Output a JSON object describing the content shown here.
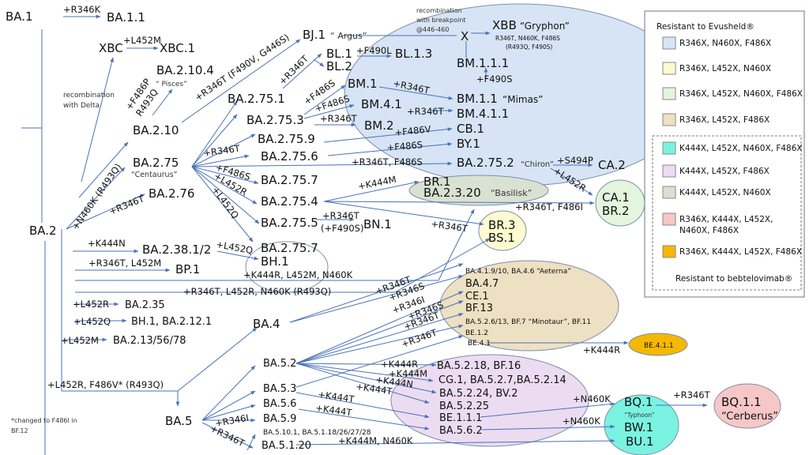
{
  "colors": {
    "edge": "#4a72b8",
    "evusheld_1": "#d6e4f5",
    "evusheld_2": "#fefbd0",
    "evusheld_3": "#e3f5dc",
    "evusheld_4": "#eee0c2",
    "bebt_1": "#7af2e2",
    "bebt_2": "#ecdcf2",
    "bebt_3": "#d9e2d2",
    "bebt_4": "#f7c7c7",
    "bebt_5": "#f5b800"
  },
  "legend": {
    "title": "Resistant to Evusheld®",
    "footer": "Resistant to bebtelovimab®",
    "items": [
      {
        "label": "R346X, N460X, F486X",
        "color": "#d6e4f5"
      },
      {
        "label": "R346X, L452X, N460X",
        "color": "#fefbd0"
      },
      {
        "label": "R346X, L452X, N460X, F486X",
        "color": "#e3f5dc"
      },
      {
        "label": "R346X, L452X, F486X",
        "color": "#eee0c2"
      },
      {
        "label": "K444X, L452X, N460X, F486X",
        "color": "#7af2e2"
      },
      {
        "label": "K444X, L452X, F486X",
        "color": "#ecdcf2"
      },
      {
        "label": "K444X, L452X, N460X",
        "color": "#d9e2d2"
      },
      {
        "label": "R346X, K444X, L452X,",
        "label2": "N460X, F486X",
        "color": "#f7c7c7"
      },
      {
        "label": "R346X, K444X, L452X, F486X",
        "color": "#f5b800"
      }
    ]
  },
  "nodes": {
    "ba1": "BA.1",
    "ba11": "BA.1.1",
    "xbc": "XBC",
    "xbc1": "XBC.1",
    "ba2104": "BA.2.10.4",
    "pisces": "“ Pisces”",
    "ba210": "BA.2.10",
    "bj1": "BJ.1",
    "argus": "“ Argus”",
    "x": "X",
    "xbb": "XBB",
    "gryphon": "“Gryphon”",
    "xbb_muts": "R346T, N460K, F486S",
    "xbb_muts2": "(R493Q, F490S)",
    "bl1": "BL.1",
    "bl2": "BL.2",
    "bl13": "BL.1.3",
    "bm111": "BM.1.1.1",
    "bm1": "BM.1",
    "bm11": "BM.1.1",
    "mimas": "“Mimas”",
    "ba2751": "BA.2.75.1",
    "ba2753": "BA.2.75.3",
    "bm41": "BM.4.1",
    "bm411": "BM.4.1.1",
    "bm2": "BM.2",
    "cb1": "CB.1",
    "by1": "BY.1",
    "ba2759": "BA.2.75.9",
    "ba2756": "BA.2.75.6",
    "ba275": "BA.2.75",
    "centaurus": "“Centaurus”",
    "ba2752": "BA.2.75.2",
    "chiron": "“Chiron”",
    "ca2": "CA.2",
    "ca1": "CA.1",
    "br2": "BR.2",
    "ba2757": "BA.2.75.7",
    "ba2754": "BA.2.75.4",
    "ba2755": "BA.2.75.5",
    "br1": "BR.1",
    "ba2320": "BA.2.3.20",
    "basilisk": "“Basilisk”",
    "bn1": "BN.1",
    "br3": "BR.3",
    "bs1": "BS.1",
    "ba276": "BA.2.76",
    "ba2": "BA.2",
    "ba2381": "BA.2.38.1/2",
    "ba2757b": "BA.2.75.7",
    "bh1": "BH.1",
    "bp1": "BP.1",
    "ba235": "BA.2.35",
    "bh1_ba2121": "BH.1, BA.2.12.1",
    "ba213": "BA.2.13/56/78",
    "ba4": "BA.4",
    "aeterna_row": "BA.4.1.9/10, BA.4.6 “Aeterna”",
    "ba47": "BA.4.7",
    "ce1": "CE.1",
    "bf13": "BF.13",
    "minotaur_row": "BA.5.2.6/13, BF.7 “Minotaur”, BF.11",
    "be12": "BE.1.2",
    "be41": "BE.4.1",
    "be411": "BE.4.1.1",
    "ba52": "BA.5.2",
    "ba53": "BA.5.3",
    "ba56": "BA.5.6",
    "ba59": "BA.5.9",
    "ba5101": "BA.5.10.1, BA.5.1.18/26/27/28",
    "ba5120": "BA.5.1.20",
    "ba5": "BA.5",
    "ba5218": "BA.5.2.18, BF.16",
    "cg1": "CG.1, BA.5.2.7,BA.5.2.14",
    "ba5224": "BA.5.2.24, BV.2",
    "ba5225": "BA.5.2.25",
    "be111": "BE.1.1.1",
    "ba562": "BA.5.6.2",
    "bq1": "BQ.1",
    "typhoon": "“Typhoon”",
    "bw1": "BW.1",
    "bu1": "BU.1",
    "bq11": "BQ.1.1",
    "cerberus": "“Cerberus”"
  },
  "mutations": {
    "r346k": "+R346K",
    "l452m_xbc": "+L452M",
    "f486p": "+F486P",
    "r493q": "R493Q",
    "r346t_f490v": "+R346T (F490V, G446S)",
    "r346t_bl": "+R346T",
    "f490l": "+F490L",
    "f490s": "+F490S",
    "f486s_bm1": "+F486S",
    "r346t_bm11": "+R346T",
    "f486s_bm41": "+F486S",
    "r346t_bm411": "+R346T",
    "r346t_bm2": "+R346T",
    "f486v": "+F486V",
    "f486s_by1": "+F486S",
    "r346t_275": "+R346T",
    "r346t_f486s": "+R346T, F486S",
    "s494p": "+S494P",
    "l452r_ca1": "+L452R",
    "f486s_2757": "+F486S",
    "l452r_2754": "+L452R",
    "l452q_bh": "+L452Q",
    "k444m_br1": "+K444M",
    "r346t_f486i": "+R346T, F486I",
    "r346t_bn1": "+R346T",
    "f490s_bn1": "(+F490S)",
    "r346t_br3": "+R346T",
    "n460k": "+N460K (R493Q)",
    "r346t_276": "+R346T",
    "k444n": "+K444N",
    "l452q_381": "+L452Q",
    "r346t_l452m": "+R346T, L452M",
    "k444r_l452m": "+K444R, L452M, N460K",
    "r346t_l452r": "+R346T, L452R, N460K (R493Q)",
    "l452r_235": "+L452R",
    "l452q_bh1": "+L452Q",
    "l452m_213": "+L452M",
    "l452r_f486v": "+L452R, F486V* (R493Q)",
    "r346t_a": "+R346T",
    "r346s_a": "+R346S",
    "r346i": "+R346I",
    "r346s_b": "+R346S",
    "r346t_b": "+R346T",
    "r346t_c": "+R346T",
    "k444r_be": "+K444R",
    "k444r_52": "+K444R",
    "k444m_52": "+K444M",
    "k444n_52": "+K444N",
    "k444t_a": "+K444T",
    "k444t_53": "+K444T",
    "k444t_56": "+K444T",
    "r346i_5": "+R346I",
    "r346t_5": "+R346T",
    "k444m_n460k": "+K444M, N460K",
    "n460k_a": "+N460K",
    "n460k_b": "+N460K",
    "r346t_bq": "+R346T"
  },
  "notes": {
    "recomb_delta_1": "recombination",
    "recomb_delta_2": "with Delta",
    "recomb_bp_1": "recombination",
    "recomb_bp_2": "with breakpoint",
    "recomb_bp_3": "@446-460",
    "footnote_1": "*changed to F486I in",
    "footnote_2": "BF.12"
  }
}
